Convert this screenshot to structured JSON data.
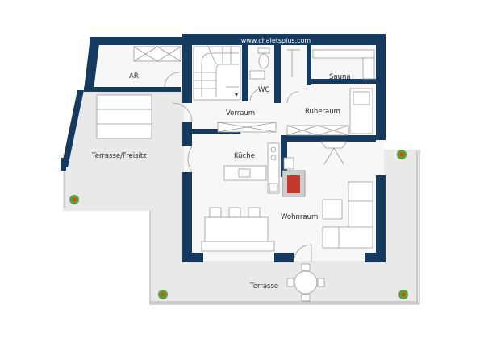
{
  "watermark": "www.chaletsplus.com",
  "rooms": {
    "ar": "AR",
    "wc": "WC",
    "sauna": "Sauna",
    "vorraum": "Vorraum",
    "ruheraum": "Ruheraum",
    "kueche": "Küche",
    "terrasse_freisitz": "Terrasse/Freisitz",
    "wohnraum": "Wohnraum",
    "terrasse": "Terrasse"
  },
  "colors": {
    "wall": "#163a5f",
    "floor": "#e9e9e9",
    "room": "#f7f7f7",
    "stove": "#c0392b"
  },
  "icons": [
    "stairs-icon",
    "toilet-icon",
    "plant-icon",
    "table-chairs-icon",
    "sofa-icon",
    "bed-icon"
  ]
}
